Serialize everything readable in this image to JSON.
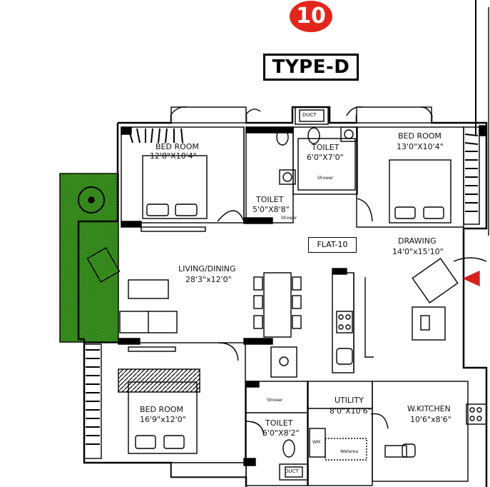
{
  "badge": {
    "number": "10",
    "color": "#e3261c"
  },
  "type_label": "TYPE-D",
  "flat_label": "FLAT-10",
  "rooms": {
    "bed_room_1": {
      "name": "BED ROOM",
      "size": "12'8\"X10'4\""
    },
    "toilet_1": {
      "name": "TOILET",
      "size": "5'0\"X8'8\""
    },
    "toilet_2": {
      "name": "TOILET",
      "size": "6'0\"X7'0\""
    },
    "bed_room_2": {
      "name": "BED ROOM",
      "size": "13'0\"X10'4\""
    },
    "living_dining": {
      "name": "LIVING/DINING",
      "size": "28'3\"x12'0\""
    },
    "drawing": {
      "name": "DRAWING",
      "size": "14'0\"x15'10\""
    },
    "bed_room_3": {
      "name": "BED ROOM",
      "size": "16'9\"x12'0\""
    },
    "toilet_3": {
      "name": "TOILET",
      "size": "6'0\"X8'2\""
    },
    "utility": {
      "name": "UTILITY",
      "size": "8'0\"X10'6\""
    },
    "w_kitchen": {
      "name": "W.KITCHEN",
      "size": "10'6\"x8'6\""
    }
  },
  "small_labels": {
    "duct_top": "DUCT",
    "duct_bottom": "DUCT",
    "shower_1": "Shower",
    "shower_2": "Shower",
    "shower_3": "Shower",
    "wm": "WM",
    "wetarea": "Wetarea"
  },
  "colors": {
    "balcony_green": "#3a8a1e",
    "wall": "#000000"
  }
}
